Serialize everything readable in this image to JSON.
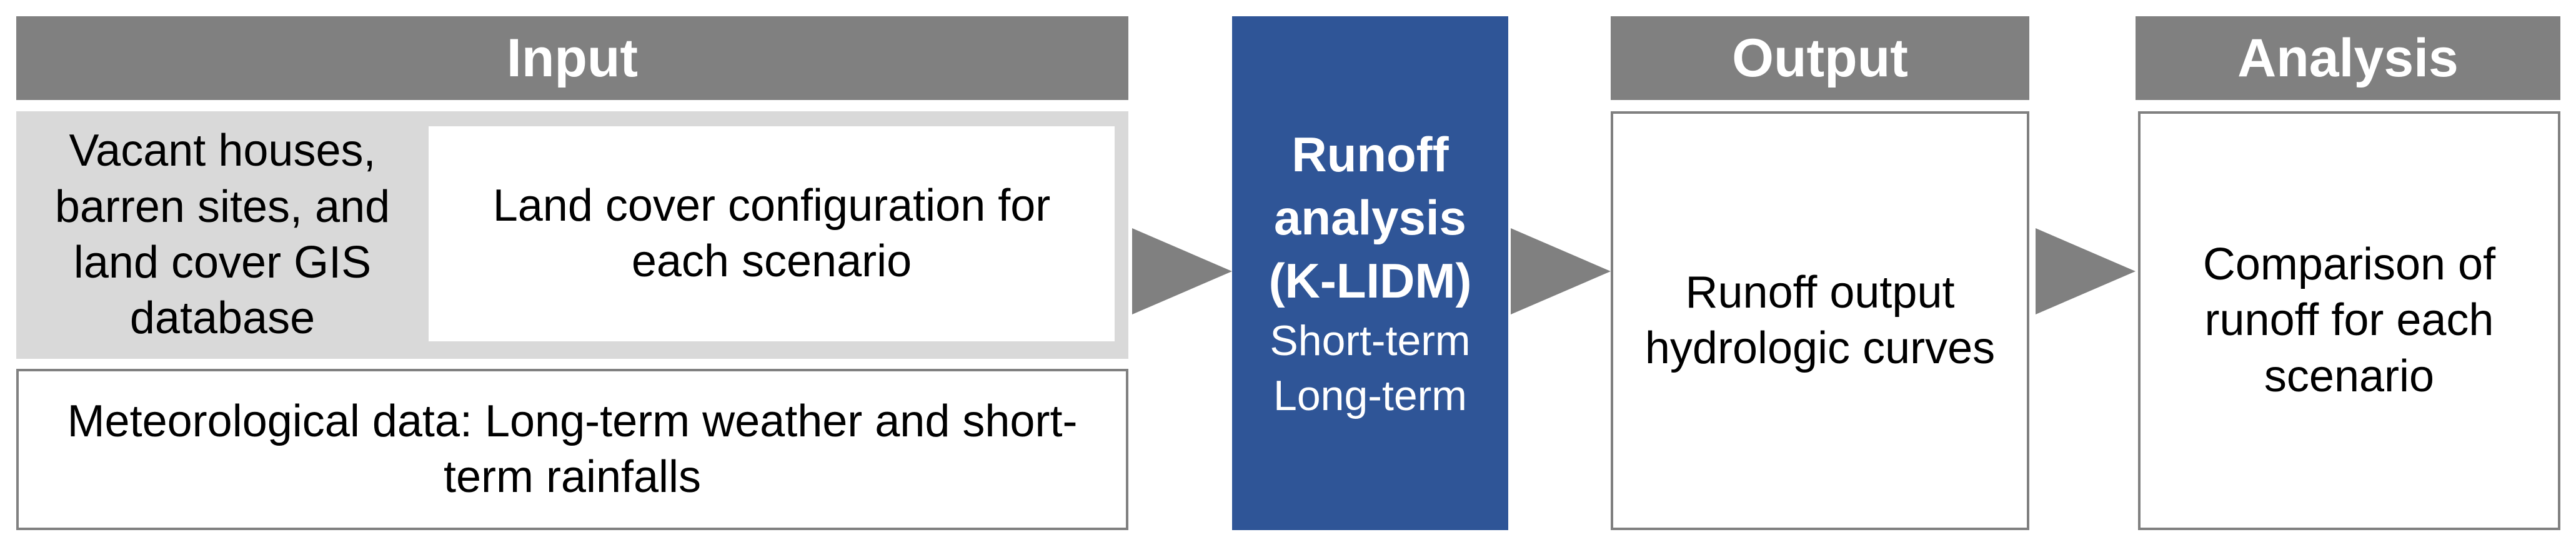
{
  "input": {
    "header": "Input",
    "gis_database": "Vacant houses,\nbarren sites, and\nland cover GIS\ndatabase",
    "land_cover_config": "Land cover configuration for\neach scenario",
    "meteorological": "Meteorological data: Long-term weather and short-\nterm rainfalls"
  },
  "model": {
    "title": "Runoff\nanalysis\n(K-LIDM)",
    "modes": [
      "Short-term",
      "Long-term"
    ]
  },
  "output": {
    "header": "Output",
    "text": "Runoff output\nhydrologic curves"
  },
  "analysis": {
    "header": "Analysis",
    "text": "Comparison of\nrunoff for each\nscenario"
  },
  "colors": {
    "header_gray": "#808080",
    "panel_gray": "#D9D9D9",
    "model_blue": "#2F5597",
    "arrow_gray": "#808080"
  }
}
